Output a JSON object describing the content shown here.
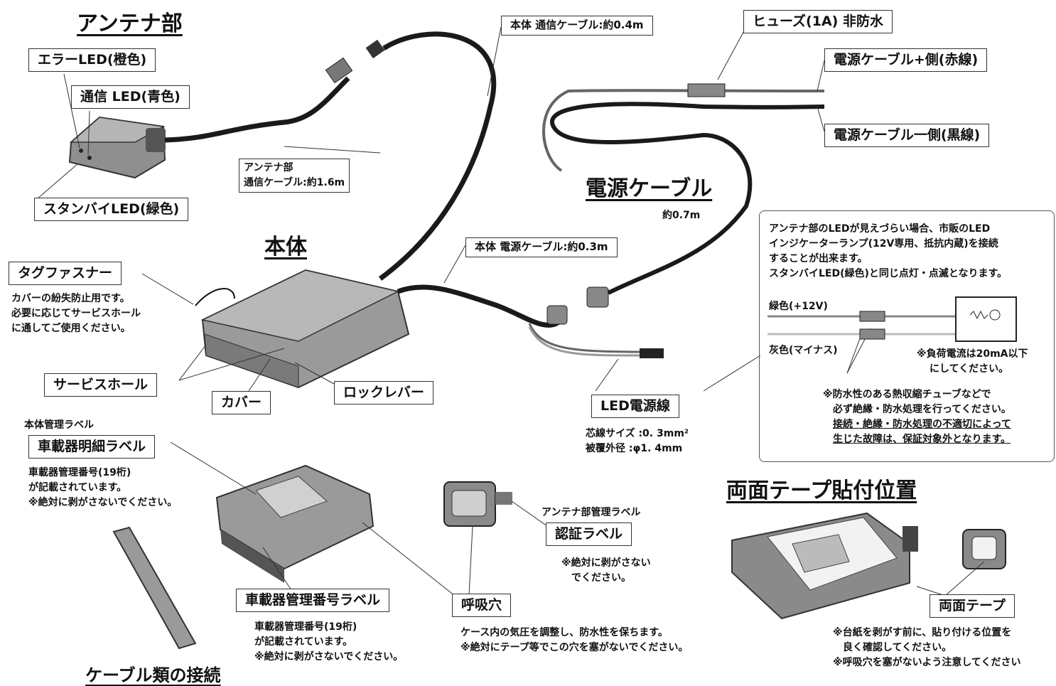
{
  "headings": {
    "antenna": "アンテナ部",
    "main_unit": "本体",
    "power_cable": "電源ケーブル",
    "tape_position": "両面テープ貼付位置",
    "bottom_cut": "ケーブル類の接続"
  },
  "labels": {
    "error_led": "エラーLED(橙色)",
    "comm_led": "通信 LED(青色)",
    "standby_led": "スタンバイLED(緑色)",
    "tag_fastener": "タグファスナー",
    "service_hole": "サービスホール",
    "cover": "カバー",
    "lock_lever": "ロックレバー",
    "body_comm_cable": "本体 通信ケーブル:約0.4m",
    "fuse": "ヒューズ(1A) 非防水",
    "power_plus": "電源ケーブル+側(赤線)",
    "power_minus": "電源ケーブル一側(黒線)",
    "body_power_cable": "本体 電源ケーブル:約0.3m",
    "led_power_line": "LED電源線",
    "vehicle_detail_label": "車載器明細ラベル",
    "vehicle_mgmt_number_label": "車載器管理番号ラベル",
    "breathing_hole": "呼吸穴",
    "certification_label": "認証ラベル",
    "double_sided_tape": "両面テープ"
  },
  "notes": {
    "antenna_cable_line1": "アンテナ部",
    "antenna_cable_line2": "通信ケーブル:約1.6m",
    "power_cable_length": "約0.7m",
    "tag_fastener_desc_1": "カバーの紛失防止用です。",
    "tag_fastener_desc_2": "必要に応じてサービスホール",
    "tag_fastener_desc_3": "に通してご使用ください。",
    "led_info_1": "アンテナ部のLEDが見えづらい場合、市販のLED",
    "led_info_2": "インジケーターランプ(12V専用、抵抗内蔵)を接続",
    "led_info_3": "することが出来ます。",
    "led_info_4": "スタンバイLED(緑色)と同じ点灯・点滅となります。",
    "green_wire": "緑色(+12V)",
    "gray_wire": "灰色(マイナス)",
    "load_current_1": "※負荷電流は20mA以下",
    "load_current_2": "にしてください。",
    "waterproof_1": "※防水性のある熱収縮チューブなどで",
    "waterproof_2": "必ず絶縁・防水処理を行ってください。",
    "waterproof_3": "接続・絶縁・防水処理の不適切によって",
    "waterproof_4": "生じた故障は、保証対象外となります。",
    "core_size": "芯線サイズ :0. 3mm²",
    "outer_diameter": "被覆外径 :φ1. 4mm",
    "body_mgmt_label": "本体管理ラベル",
    "vehicle_detail_desc_1": "車載器管理番号(19桁)",
    "vehicle_detail_desc_2": "が記載されています。",
    "vehicle_detail_desc_3": "※絶対に剥がさないでください。",
    "mgmt_number_desc_1": "車載器管理番号(19桁)",
    "mgmt_number_desc_2": "が記載されています。",
    "mgmt_number_desc_3": "※絶対に剥がさないでください。",
    "antenna_mgmt_label": "アンテナ部管理ラベル",
    "cert_desc_1": "※絶対に剥がさない",
    "cert_desc_2": "でください。",
    "breathing_desc_1": "ケース内の気圧を調整し、防水性を保ちます。",
    "breathing_desc_2": "※絶対にテープ等でこの穴を塞がないでください。",
    "tape_desc_1": "※台紙を剥がす前に、貼り付ける位置を",
    "tape_desc_2": "良く確認してください。",
    "tape_desc_3": "※呼吸穴を塞がないよう注意してください"
  }
}
